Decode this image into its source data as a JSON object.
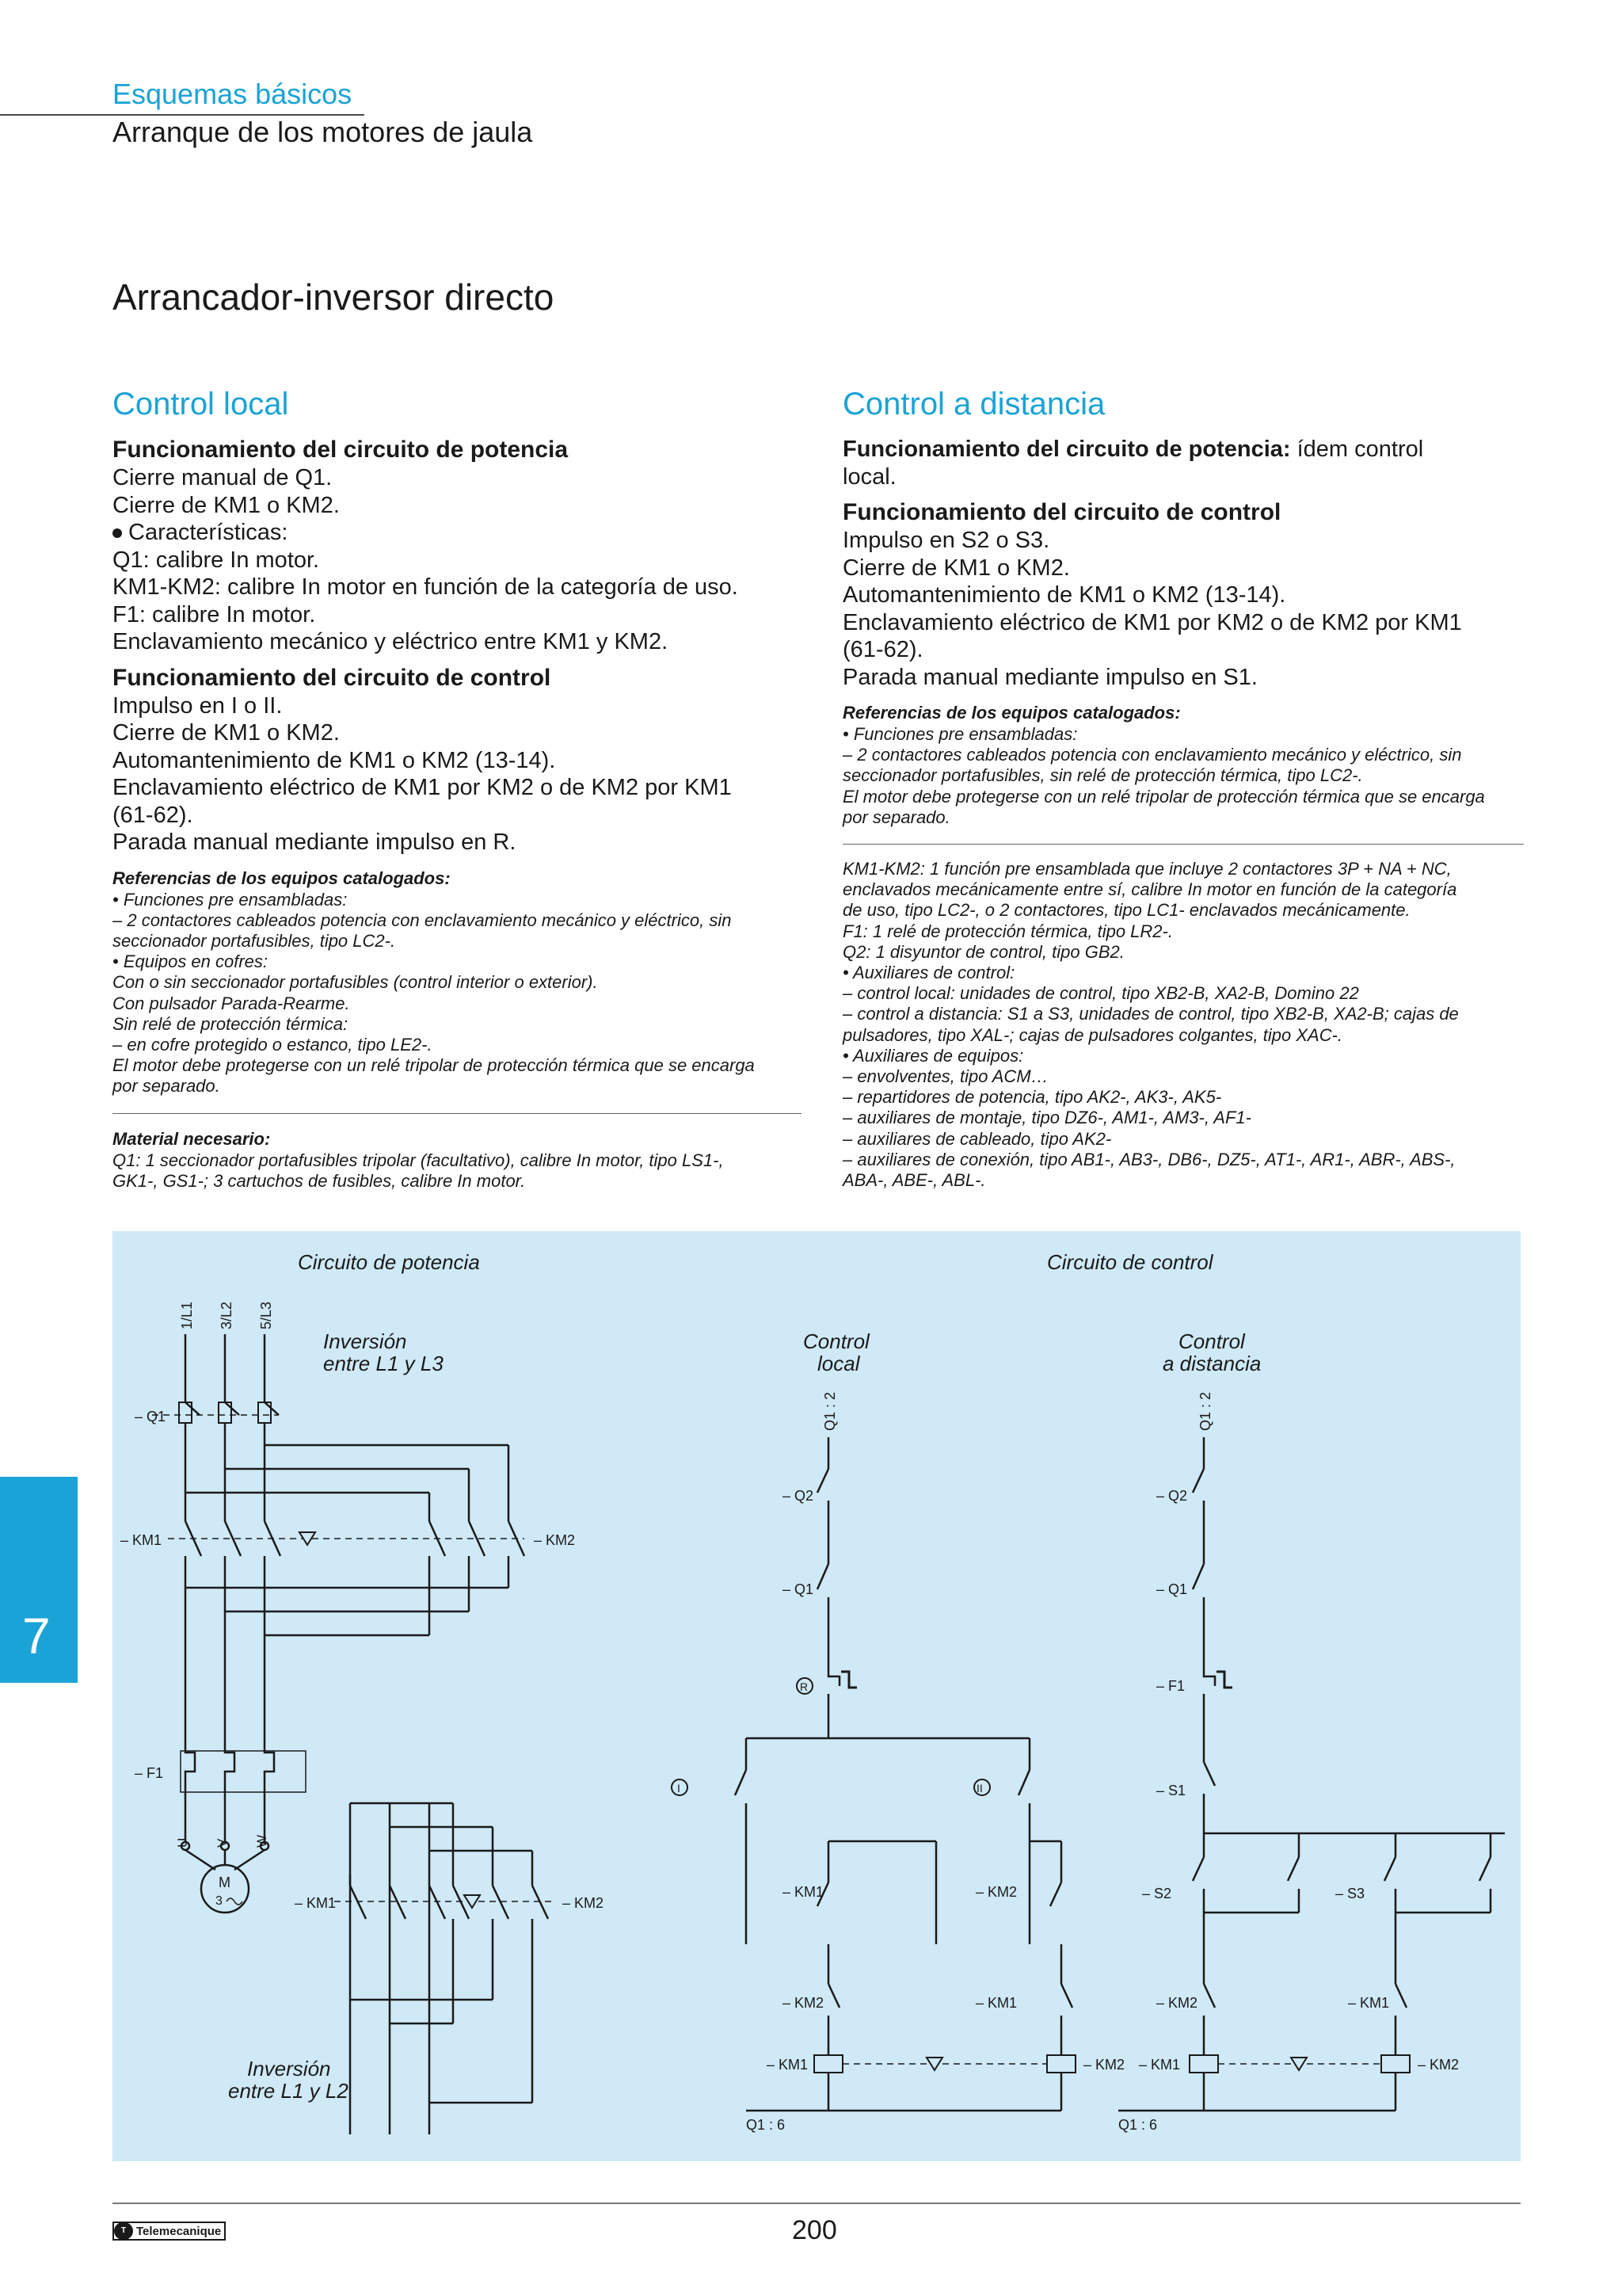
{
  "header": {
    "section": "Esquemas básicos",
    "subsection": "Arranque de los motores de jaula",
    "title": "Arrancador-inversor directo"
  },
  "left": {
    "heading": "Control local",
    "power_heading": "Funcionamiento del circuito de potencia",
    "power_lines": [
      "Cierre manual de Q1.",
      "Cierre de KM1 o  KM2.",
      "Características:",
      "Q1: calibre In motor.",
      "KM1-KM2: calibre In motor en función de la categoría de uso.",
      "F1: calibre In motor.",
      "Enclavamiento mecánico y eléctrico entre KM1 y KM2."
    ],
    "control_heading": "Funcionamiento del circuito de control",
    "control_lines": [
      "Impulso en I o II.",
      "Cierre de KM1 o KM2.",
      "Automantenimiento de KM1 o KM2 (13-14).",
      "Enclavamiento eléctrico de KM1 por KM2 o de KM2 por KM1",
      "(61-62).",
      "Parada manual mediante impulso en R."
    ],
    "refs_title": "Referencias de los equipos catalogados:",
    "refs_lines": [
      "• Funciones pre ensambladas:",
      "– 2 contactores cableados potencia con enclavamiento mecánico y eléctrico, sin",
      "seccionador portafusibles, tipo LC2-.",
      "• Equipos en cofres:",
      "Con o sin seccionador portafusibles (control interior o exterior).",
      "Con pulsador Parada-Rearme.",
      "Sin relé de protección térmica:",
      "– en cofre protegido o estanco, tipo LE2-.",
      "El motor debe protegerse con un relé tripolar de protección térmica que se encarga",
      "por separado."
    ],
    "material_title": "Material necesario:",
    "material_lines": [
      "Q1: 1 seccionador portafusibles tripolar (facultativo), calibre In motor, tipo  LS1-,",
      "GK1-, GS1-; 3 cartuchos de fusibles, calibre In motor."
    ]
  },
  "right": {
    "heading": "Control a distancia",
    "power_bold": "Funcionamiento del circuito de potencia:",
    "power_rest": " ídem control",
    "power_line2": "local.",
    "control_heading": "Funcionamiento del circuito de control",
    "control_lines": [
      "Impulso en S2 o S3.",
      "Cierre de KM1 o KM2.",
      "Automantenimiento de KM1 o KM2 (13-14).",
      "Enclavamiento eléctrico de KM1 por KM2 o de KM2 por KM1",
      "(61-62).",
      "Parada manual mediante impulso en S1."
    ],
    "refs_title": "Referencias de los equipos catalogados:",
    "refs_lines": [
      "• Funciones pre ensambladas:",
      "– 2 contactores cableados potencia con enclavamiento mecánico y eléctrico, sin",
      "seccionador portafusibles, sin relé de protección térmica, tipo LC2-.",
      "El motor debe protegerse con un relé tripolar de protección térmica que se encarga",
      "por separado."
    ],
    "extra_lines": [
      "KM1-KM2: 1 función pre ensamblada que incluye 2 contactores 3P + NA + NC,",
      "enclavados mecánicamente entre sí, calibre In motor en función de la categoría",
      "de uso, tipo LC2-, o 2 contactores, tipo LC1- enclavados mecánicamente.",
      "F1: 1 relé de protección térmica, tipo LR2-.",
      "Q2: 1 disyuntor de control, tipo GB2.",
      "• Auxiliares de control:",
      "– control local: unidades de control, tipo XB2-B, XA2-B, Domino 22",
      "– control a distancia: S1 a S3, unidades de control, tipo XB2-B, XA2-B; cajas de",
      "pulsadores, tipo XAL-; cajas de pulsadores colgantes, tipo XAC-.",
      "• Auxiliares de equipos:",
      "– envolventes, tipo ACM…",
      "– repartidores de potencia, tipo AK2-, AK3-, AK5-",
      "– auxiliares de montaje, tipo DZ6-, AM1-, AM3-, AF1-",
      "– auxiliares de cableado, tipo AK2-",
      "– auxiliares de conexión, tipo AB1-, AB3-, DB6-, DZ5-, AT1-, AR1-, ABR-, ABS-,",
      "ABA-, ABE-, ABL-."
    ]
  },
  "diagram": {
    "power_title": "Circuito de potencia",
    "control_title": "Circuito de control",
    "inversion_l1l3": [
      "Inversión",
      "entre L1 y L3"
    ],
    "inversion_l1l2": [
      "Inversión",
      "entre L1 y L2"
    ],
    "control_local": [
      "Control",
      "local"
    ],
    "control_remote": [
      "Control",
      "a distancia"
    ],
    "phases": [
      "1/L1",
      "3/L2",
      "5/L3"
    ],
    "q1": "– Q1",
    "q2": "– Q2",
    "km1": "– KM1",
    "km2": "– KM2",
    "f1": "– F1",
    "s1": "– S1",
    "s2": "– S2",
    "s3": "– S3",
    "motor": "M",
    "motor_phase": "3",
    "terminals_uvw": [
      "U",
      "V",
      "W"
    ],
    "q1_ref": "Q1 : 2",
    "q1_6": "Q1 : 6",
    "btn_r": "R",
    "btn_i": "I",
    "btn_ii": "II"
  },
  "tab": {
    "number": "7"
  },
  "footer": {
    "logo": "Telemecanique",
    "page": "200"
  },
  "colors": {
    "accent": "#1aa3d6",
    "panel": "#cfe9f6"
  }
}
